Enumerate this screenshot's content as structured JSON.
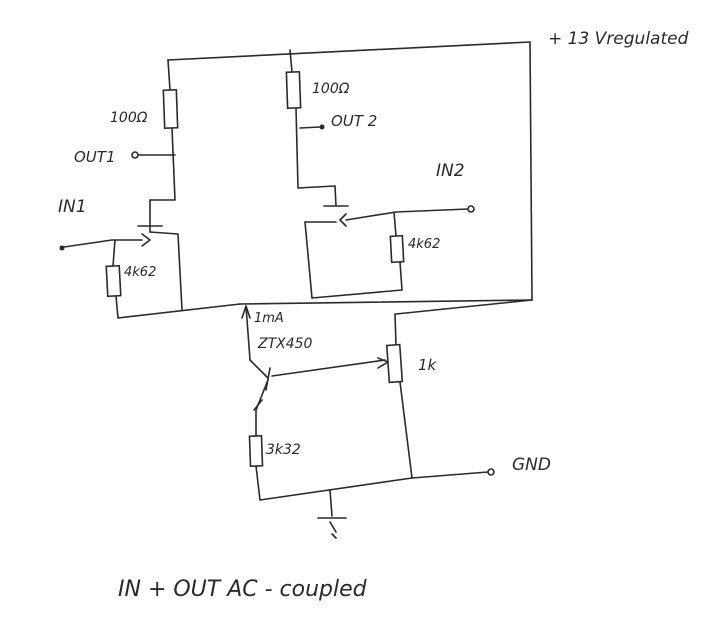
{
  "labels": {
    "supply": "+ 13 Vregulated",
    "r_top_left": "100Ω",
    "r_top_right": "100Ω",
    "out1": "OUT1",
    "out2": "OUT 2",
    "in1": "IN1",
    "in2": "IN2",
    "r_gate_left": "4k62",
    "r_gate_right": "4k62",
    "current": "1mA",
    "transistor": "ZTX450",
    "pot": "1k",
    "r_emitter": "3k32",
    "gnd": "GND",
    "note": "IN + OUT AC - coupled"
  }
}
